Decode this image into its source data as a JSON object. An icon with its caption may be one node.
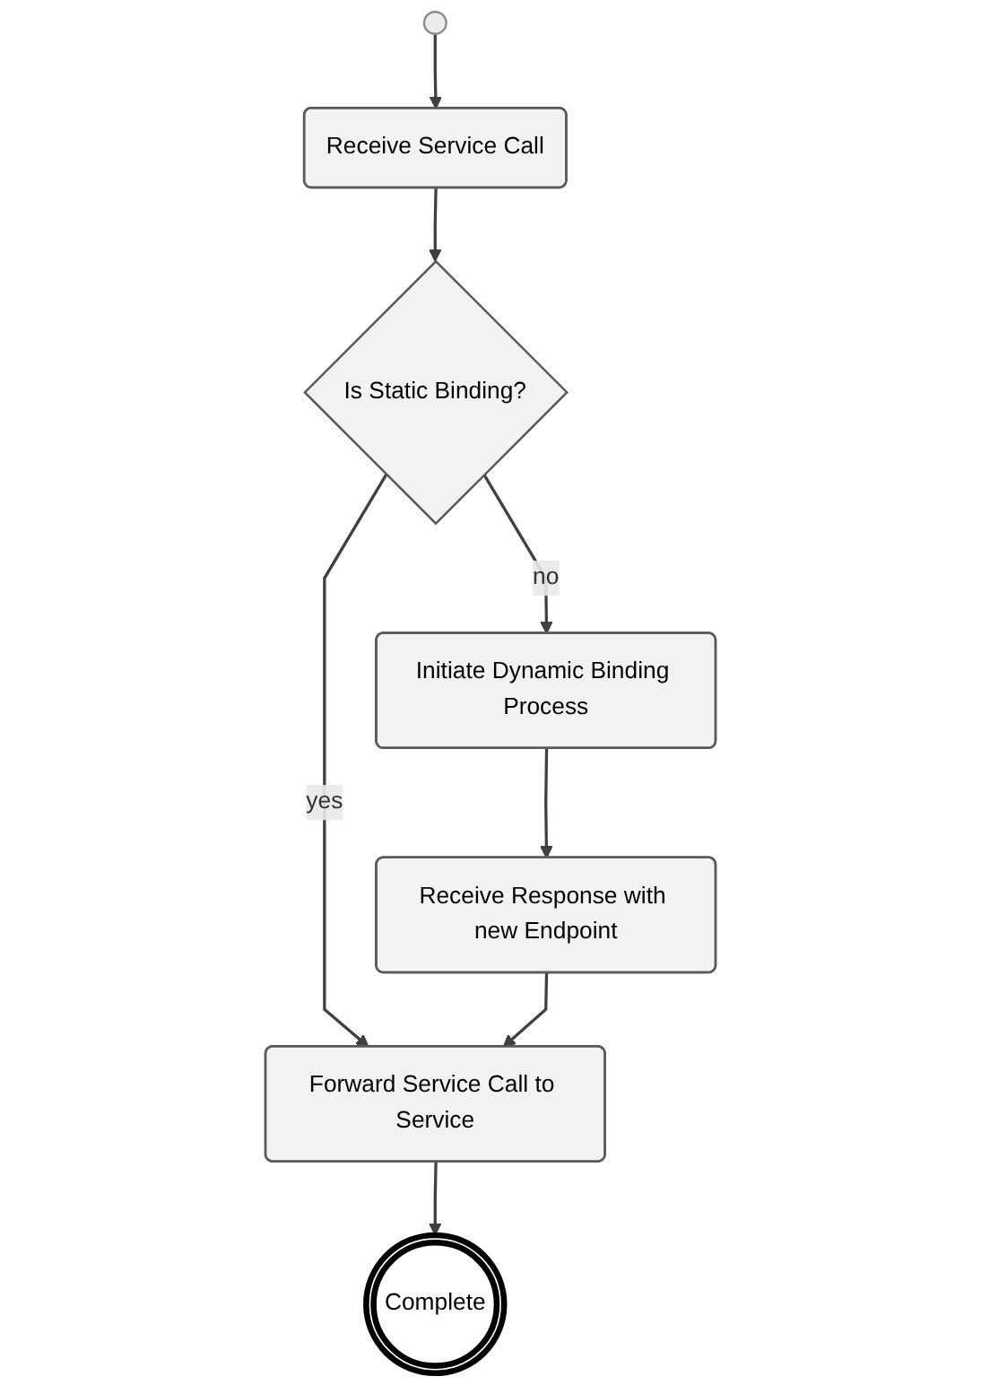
{
  "diagram": {
    "nodes": [
      {
        "text": [],
        "shape": "circle"
      },
      {
        "text": [
          "Receive Service Call"
        ]
      },
      {
        "text": [
          "Is Static Binding?"
        ]
      },
      {
        "text": [
          "Initiate Dynamic Binding Process"
        ]
      },
      {
        "text": [
          "Receive Response with new Endpoint"
        ]
      },
      {
        "text": [
          "Forward Service Call to Service"
        ]
      },
      {
        "text": [
          "Complete"
        ]
      }
    ],
    "edges": [
      {
        "from": 0,
        "to": 1,
        "arrow": "to"
      },
      {
        "from": 1,
        "to": 2,
        "arrow": "to"
      },
      {
        "from": 2,
        "to": 5,
        "label": "yes",
        "arrow": "to"
      },
      {
        "from": 2,
        "to": 3,
        "label": "no",
        "arrow": "to"
      },
      {
        "from": 3,
        "to": 4,
        "arrow": "to"
      },
      {
        "from": 4,
        "to": 5,
        "arrow": "to"
      },
      {
        "from": 5,
        "to": 6,
        "arrow": "to"
      }
    ]
  }
}
